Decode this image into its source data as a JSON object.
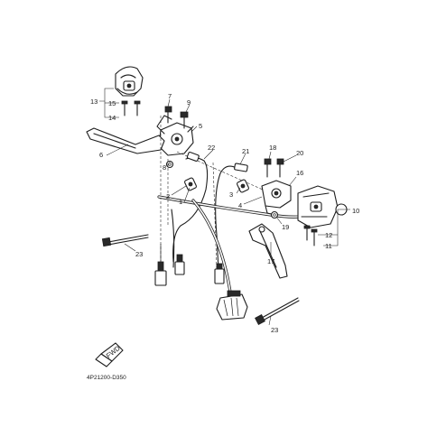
{
  "diagram": {
    "drawing_code": "4P21200-D350",
    "direction_mark": "FWD",
    "callouts": [
      "1",
      "2",
      "3",
      "4",
      "5",
      "6",
      "7",
      "8",
      "9",
      "10",
      "11",
      "12",
      "13",
      "14",
      "15",
      "16",
      "17",
      "18",
      "19",
      "20",
      "21",
      "22",
      "23",
      "23"
    ]
  }
}
